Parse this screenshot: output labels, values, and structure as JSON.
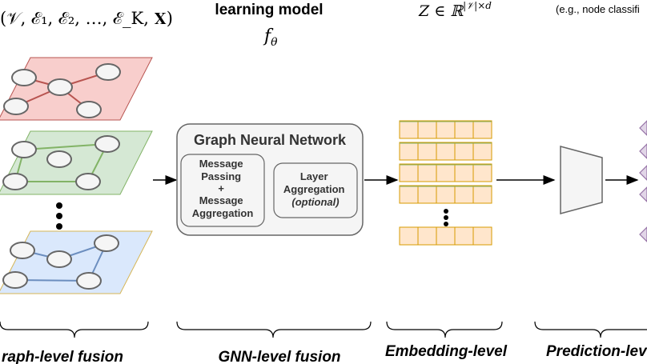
{
  "header": {
    "formula_layers": "(𝒱, ℰ₁, ℰ₂, …, ℰ_K, 𝐗)",
    "model_title": "learning model",
    "model_symbol": "f",
    "model_symbol_sub": "θ",
    "embedding_formula": "Z ∈ ℝ",
    "embedding_formula_sup": "|𝒱|×d",
    "task_note": "(e.g., node classifi"
  },
  "gnn_box": {
    "title": "Graph Neural Network",
    "message_passing": [
      "Message",
      "Passing",
      "+",
      "Message",
      "Aggregation"
    ],
    "layer_aggregation": [
      "Layer",
      "Aggregation"
    ],
    "layer_aggregation_optional": "(optional)"
  },
  "fusion_labels": {
    "graph_level": "raph-level fusion",
    "gnn_level": "GNN-level fusion",
    "embedding_level": "Embedding-level",
    "prediction_level": "Prediction-lev"
  },
  "colors": {
    "layer_red_fill": "#f8cecc",
    "layer_red_stroke": "#b85450",
    "layer_green_fill": "#d5e8d4",
    "layer_green_stroke": "#82b366",
    "layer_blue_fill": "#dae8fc",
    "layer_blue_stroke": "#6c8ebf",
    "embedding_fill": "#ffe6cc",
    "embedding_stroke": "#d79b00",
    "output_fill": "#e1d5e7",
    "output_stroke": "#9673a6"
  }
}
